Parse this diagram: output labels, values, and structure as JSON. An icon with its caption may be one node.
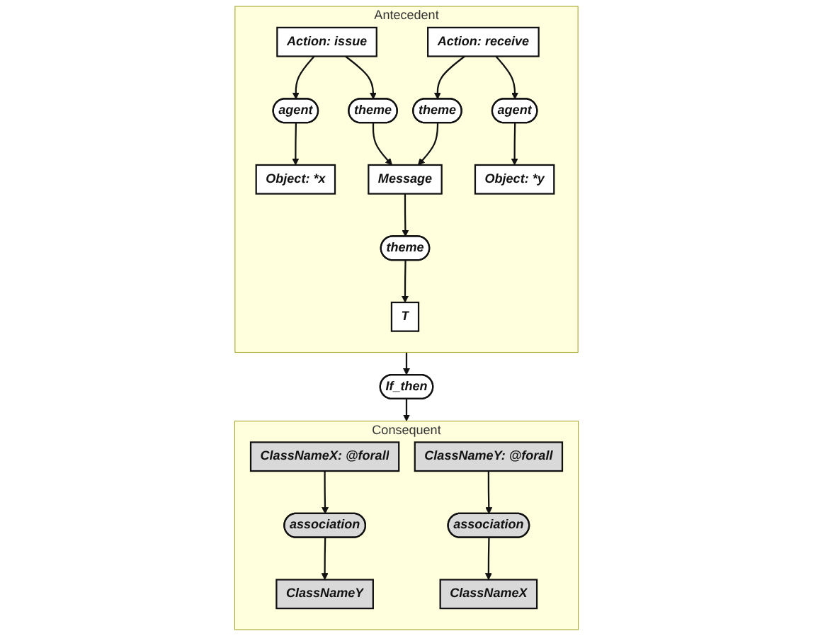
{
  "diagram": {
    "nodes": [
      {
        "text": [
          "Antecedent"
        ]
      },
      {
        "text": [
          "agent"
        ],
        "in": 0
      },
      {
        "text": [
          "theme"
        ],
        "in": 0
      },
      {
        "text": [
          "theme"
        ],
        "in": 0
      },
      {
        "text": [
          "agent"
        ],
        "in": 0
      },
      {
        "text": [
          "Object: *x"
        ],
        "in": 0
      },
      {
        "text": [
          "Action: issue"
        ],
        "in": 0
      },
      {
        "text": [
          "Message"
        ],
        "in": 0
      },
      {
        "text": [
          "Action: receive"
        ],
        "in": 0
      },
      {
        "text": [
          "Object: *y"
        ],
        "in": 0
      },
      {
        "text": [
          "theme"
        ],
        "in": 0
      },
      {
        "text": [
          "T"
        ],
        "in": 0
      },
      {
        "text": [
          "If_then"
        ]
      },
      {
        "text": [
          "Consequent"
        ]
      },
      {
        "text": [
          "association"
        ],
        "in": 13
      },
      {
        "text": [
          "ClassNameX: @forall"
        ],
        "in": 13
      },
      {
        "text": [
          "ClassNameY"
        ],
        "in": 13
      },
      {
        "text": [
          "association"
        ],
        "in": 13
      },
      {
        "text": [
          "ClassNameY: @forall"
        ],
        "in": 13
      },
      {
        "text": [
          "ClassNameX"
        ],
        "in": 13
      }
    ],
    "edges": [
      {
        "from": 1,
        "to": 5,
        "arrow": "to"
      },
      {
        "from": 6,
        "to": 1,
        "arrow": "to"
      },
      {
        "from": 6,
        "to": 2,
        "arrow": "to"
      },
      {
        "from": 2,
        "to": 7,
        "arrow": "to"
      },
      {
        "from": 3,
        "to": 7,
        "arrow": "to"
      },
      {
        "from": 8,
        "to": 3,
        "arrow": "to"
      },
      {
        "from": 8,
        "to": 4,
        "arrow": "to"
      },
      {
        "from": 4,
        "to": 9,
        "arrow": "to"
      },
      {
        "from": 7,
        "to": 10,
        "arrow": "to"
      },
      {
        "from": 10,
        "to": 11,
        "arrow": "to"
      },
      {
        "from": 0,
        "to": 12,
        "arrow": "to"
      },
      {
        "from": 12,
        "to": 13,
        "arrow": "to"
      },
      {
        "from": 15,
        "to": 14,
        "arrow": "to"
      },
      {
        "from": 14,
        "to": 16,
        "arrow": "to"
      },
      {
        "from": 18,
        "to": 17,
        "arrow": "to"
      },
      {
        "from": 17,
        "to": 19,
        "arrow": "to"
      }
    ]
  }
}
